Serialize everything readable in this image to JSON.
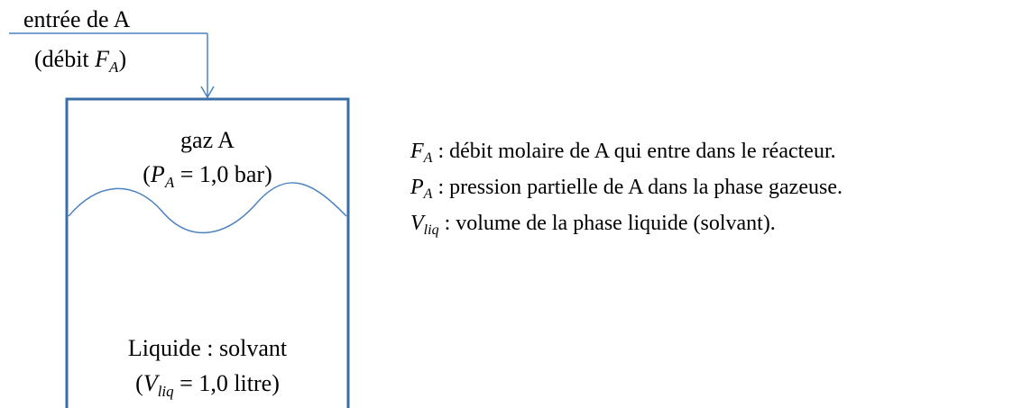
{
  "inlet": {
    "label_line1": "entrée de A",
    "label_line2_prefix": "(débit ",
    "label_line2_symbol": "F",
    "label_line2_subscript": "A",
    "label_line2_suffix": ")"
  },
  "gas_zone": {
    "label": "gaz A",
    "condition_prefix": "(",
    "condition_symbol": "P",
    "condition_subscript": "A",
    "condition_value": " = 1,0 bar)"
  },
  "liquid_zone": {
    "label": "Liquide : solvant",
    "condition_prefix": "(",
    "condition_symbol": "V",
    "condition_subscript": "liq",
    "condition_value": " = 1,0 litre)"
  },
  "legend": [
    {
      "symbol": "F",
      "subscript": "A",
      "text": " : débit molaire de A qui entre dans le réacteur."
    },
    {
      "symbol": "P",
      "subscript": "A",
      "text": " : pression partielle de A dans la phase gazeuse."
    },
    {
      "symbol": "V",
      "subscript": "liq",
      "text": " : volume de la phase liquide (solvant)."
    }
  ],
  "colors": {
    "line": "#4a82c0",
    "reactor_wall": "#3a6ea5",
    "text": "#000000"
  }
}
